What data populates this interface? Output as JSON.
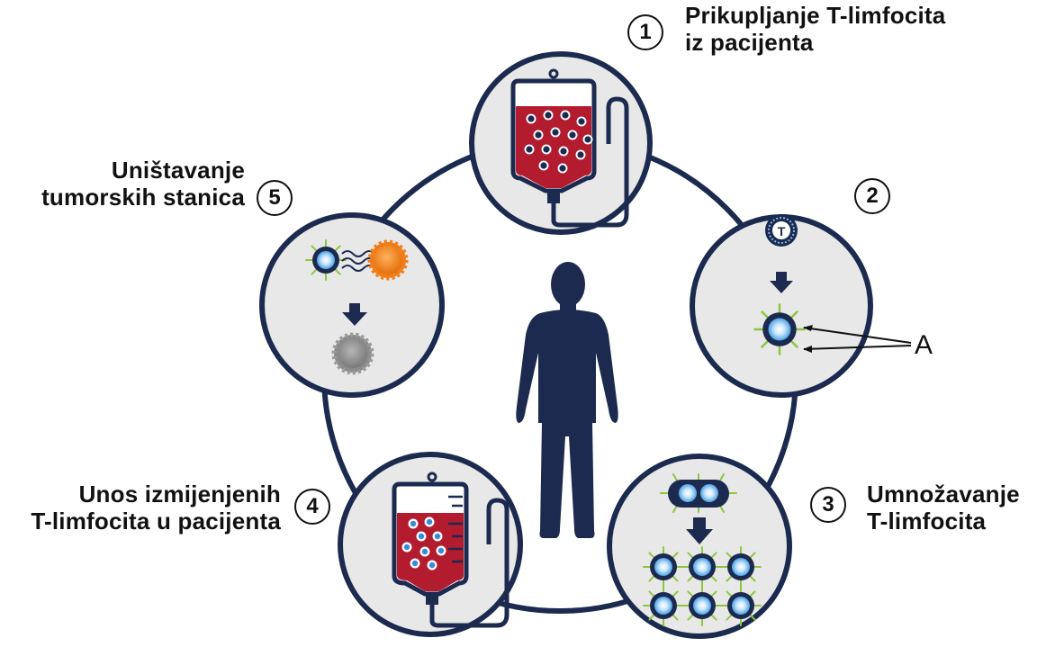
{
  "steps": [
    {
      "number": "1",
      "line1": "Prikupljanje  T-limfocita",
      "line2": "iz pacijenta"
    },
    {
      "number": "2"
    },
    {
      "number": "3",
      "line1": "Umnožavanje",
      "line2": "T-limfocita"
    },
    {
      "number": "4",
      "line1": "Unos izmijenjenih",
      "line2": "T-limfocita  u pacijenta"
    },
    {
      "number": "5",
      "line1": "Uništavanje",
      "line2": "tumorskih  stanica"
    }
  ],
  "callout_label": "A",
  "t_cell_letter": "T",
  "colors": {
    "navy": "#1b2a4e",
    "panel_bg": "#e8e8e8",
    "blood": "#b31b2e",
    "cell_glow": "#4da3e6",
    "receptor": "#8cc63f",
    "tumor": "#f07d1a",
    "dead_cell": "#8a8a8a"
  },
  "icons": [
    "blood-bag-icon",
    "t-cell-icon",
    "car-t-cell-icon",
    "dividing-cell-icon",
    "tumor-cell-icon",
    "dead-cell-icon",
    "human-silhouette-icon",
    "down-arrow-icon"
  ]
}
